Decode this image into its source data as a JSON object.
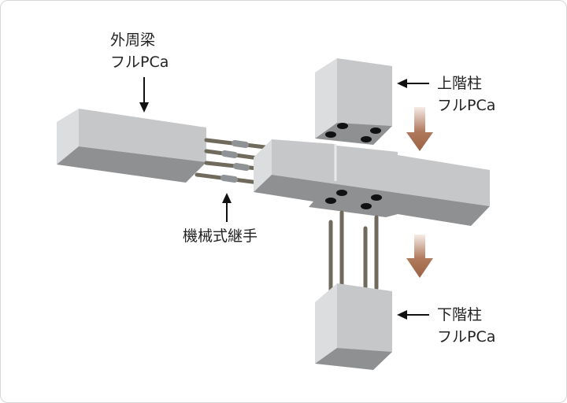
{
  "labels": {
    "beam_line1": "外周梁",
    "beam_line2": "フルPCa",
    "upper_col_line1": "上階柱",
    "upper_col_line2": "フルPCa",
    "lower_col_line1": "下階柱",
    "lower_col_line2": "フルPCa",
    "coupler": "機械式継手"
  },
  "colors": {
    "light_face": "#c6c7c9",
    "end_face": "#dcdddf",
    "dark_face": "#8f9092",
    "rebar": "#7a7566",
    "arrow": "#a0674a"
  }
}
